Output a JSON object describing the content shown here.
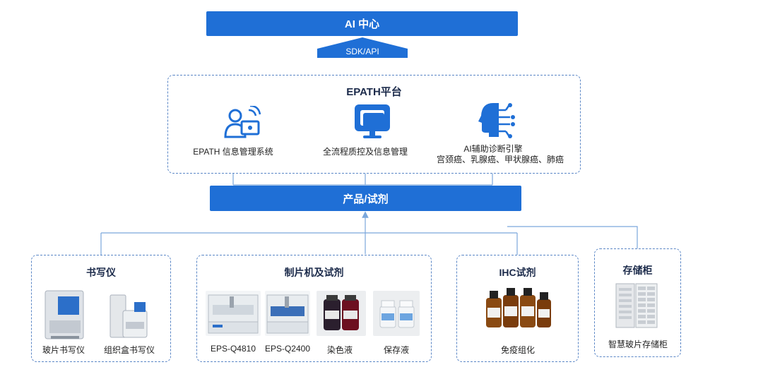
{
  "ai_center": {
    "label": "AI 中心"
  },
  "sdk_arrow": {
    "label": "SDK/API"
  },
  "platform": {
    "title": "EPATH平台",
    "modules": [
      {
        "icon": "user-network-icon",
        "label": "EPATH 信息管理系统"
      },
      {
        "icon": "monitor-icon",
        "label": "全流程质控及信息管理"
      },
      {
        "icon": "ai-head-icon",
        "label": "AI辅助诊断引擎",
        "sublabel": "宫颈癌、乳腺癌、甲状腺癌、肺癌"
      }
    ]
  },
  "products": {
    "label": "产品/试剂"
  },
  "groups": [
    {
      "title": "书写仪",
      "items": [
        "玻片书写仪",
        "组织盒书写仪"
      ]
    },
    {
      "title": "制片机及试剂",
      "items": [
        "EPS-Q4810",
        "EPS-Q2400",
        "染色液",
        "保存液"
      ]
    },
    {
      "title": "IHC试剂",
      "items": [
        "免疫组化"
      ]
    },
    {
      "title": "存储柜",
      "items": [
        "智慧玻片存储柜"
      ]
    }
  ],
  "colors": {
    "primary": "#1f6fd6",
    "dashed_border": "#5a86c6",
    "connector": "#7aa7dc"
  }
}
